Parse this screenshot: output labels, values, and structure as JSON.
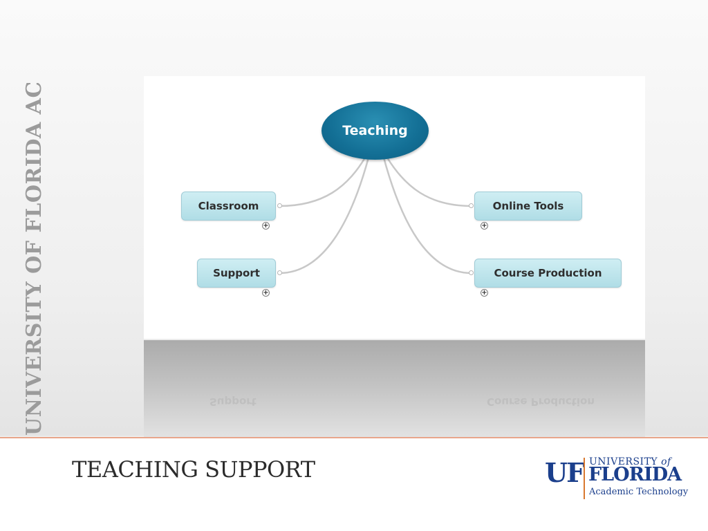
{
  "slide": {
    "side_title": "UNIVERSITY OF FLORIDA ACADEMIC TECHNOLOGY",
    "title": "TEACHING SUPPORT"
  },
  "mindmap": {
    "root": {
      "label": "Teaching"
    },
    "branches": [
      {
        "id": "classroom",
        "label": "Classroom",
        "side": "left",
        "expander": "+"
      },
      {
        "id": "support",
        "label": "Support",
        "side": "left",
        "expander": "+"
      },
      {
        "id": "online-tools",
        "label": "Online Tools",
        "side": "right",
        "expander": "+"
      },
      {
        "id": "course-production",
        "label": "Course Production",
        "side": "right",
        "expander": "+"
      }
    ]
  },
  "logo": {
    "mark": "UF",
    "university": "UNIVERSITY",
    "of": "of",
    "name": "FLORIDA",
    "unit": "Academic Technology"
  },
  "colors": {
    "root_fill": "#136f95",
    "node_fill": "#b0dde6",
    "accent_rule": "#e8a58a",
    "logo_blue": "#1b3f8c",
    "logo_orange": "#d8782e"
  }
}
